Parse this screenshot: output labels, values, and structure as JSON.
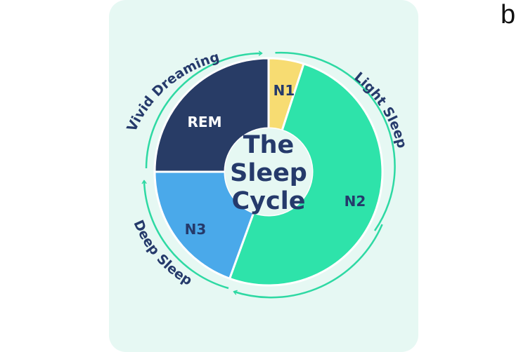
{
  "panel_label": "b",
  "center_title": [
    "The",
    "Sleep",
    "Cycle"
  ],
  "stages": [
    {
      "id": "n1",
      "label": "N1",
      "start_deg": 0,
      "end_deg": 18,
      "color": "#f7dc72",
      "label_color": "#253a6b"
    },
    {
      "id": "n2",
      "label": "N2",
      "start_deg": 18,
      "end_deg": 200,
      "color": "#2ee3aa",
      "label_color": "#253a6b"
    },
    {
      "id": "n3",
      "label": "N3",
      "start_deg": 200,
      "end_deg": 270,
      "color": "#4aa9ea",
      "label_color": "#253a6b"
    },
    {
      "id": "rem",
      "label": "REM",
      "start_deg": 270,
      "end_deg": 360,
      "color": "#283c66",
      "label_color": "#ffffff"
    }
  ],
  "phases": [
    {
      "id": "light-sleep",
      "label": "Light Sleep"
    },
    {
      "id": "deep-sleep",
      "label": "Deep Sleep"
    },
    {
      "id": "vivid-dreaming",
      "label": "Vivid Dreaming"
    }
  ],
  "colors": {
    "background_card": "#e6f8f3",
    "ring_arrow": "#2ed9a3",
    "center_fill": "#e6f8f3",
    "dark_text": "#253a6b",
    "separator": "#ffffff"
  }
}
